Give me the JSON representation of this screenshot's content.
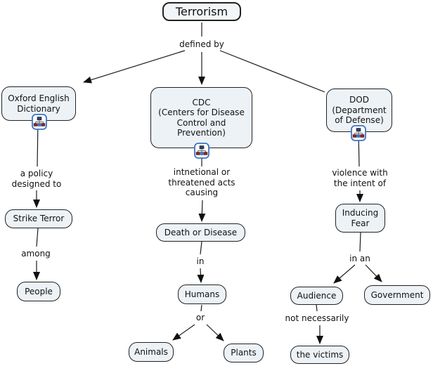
{
  "diagram": {
    "type": "concept-map",
    "root": "Terrorism"
  },
  "concepts": {
    "terrorism": "Terrorism",
    "oed": "Oxford English\nDictionary",
    "cdc": "CDC\n(Centers for Disease\nControl and\nPrevention)",
    "dod": "DOD\n(Department\nof Defense)",
    "strike_terror": "Strike Terror",
    "people": "People",
    "death_or_disease": "Death or Disease",
    "humans": "Humans",
    "animals": "Animals",
    "plants": "Plants",
    "inducing_fear": "Inducing\nFear",
    "audience": "Audience",
    "government": "Government",
    "the_victims": "the victims"
  },
  "linking_phrases": {
    "defined_by": "defined by",
    "a_policy_designed_to": "a policy\ndesigned to",
    "among": "among",
    "intnetional_or_threatened_acts_causing": "intnetional or\nthreatened acts\ncausing",
    "in_mid": "in",
    "or": "or",
    "violence_with_the_intent_of": "violence with\nthe intent of",
    "in_an": "in an",
    "not_necessarily": "not necessarily"
  },
  "icons": {
    "resource_icon": "concept-map-resource-icon"
  },
  "colors": {
    "node_fill": "#edf2f6",
    "node_border": "#222222",
    "edge": "#1c1c1c",
    "icon_border": "#3f74c2",
    "icon_node_red": "#7d2b2b",
    "icon_node_blue": "#3f74c2",
    "background": "#ffffff"
  }
}
